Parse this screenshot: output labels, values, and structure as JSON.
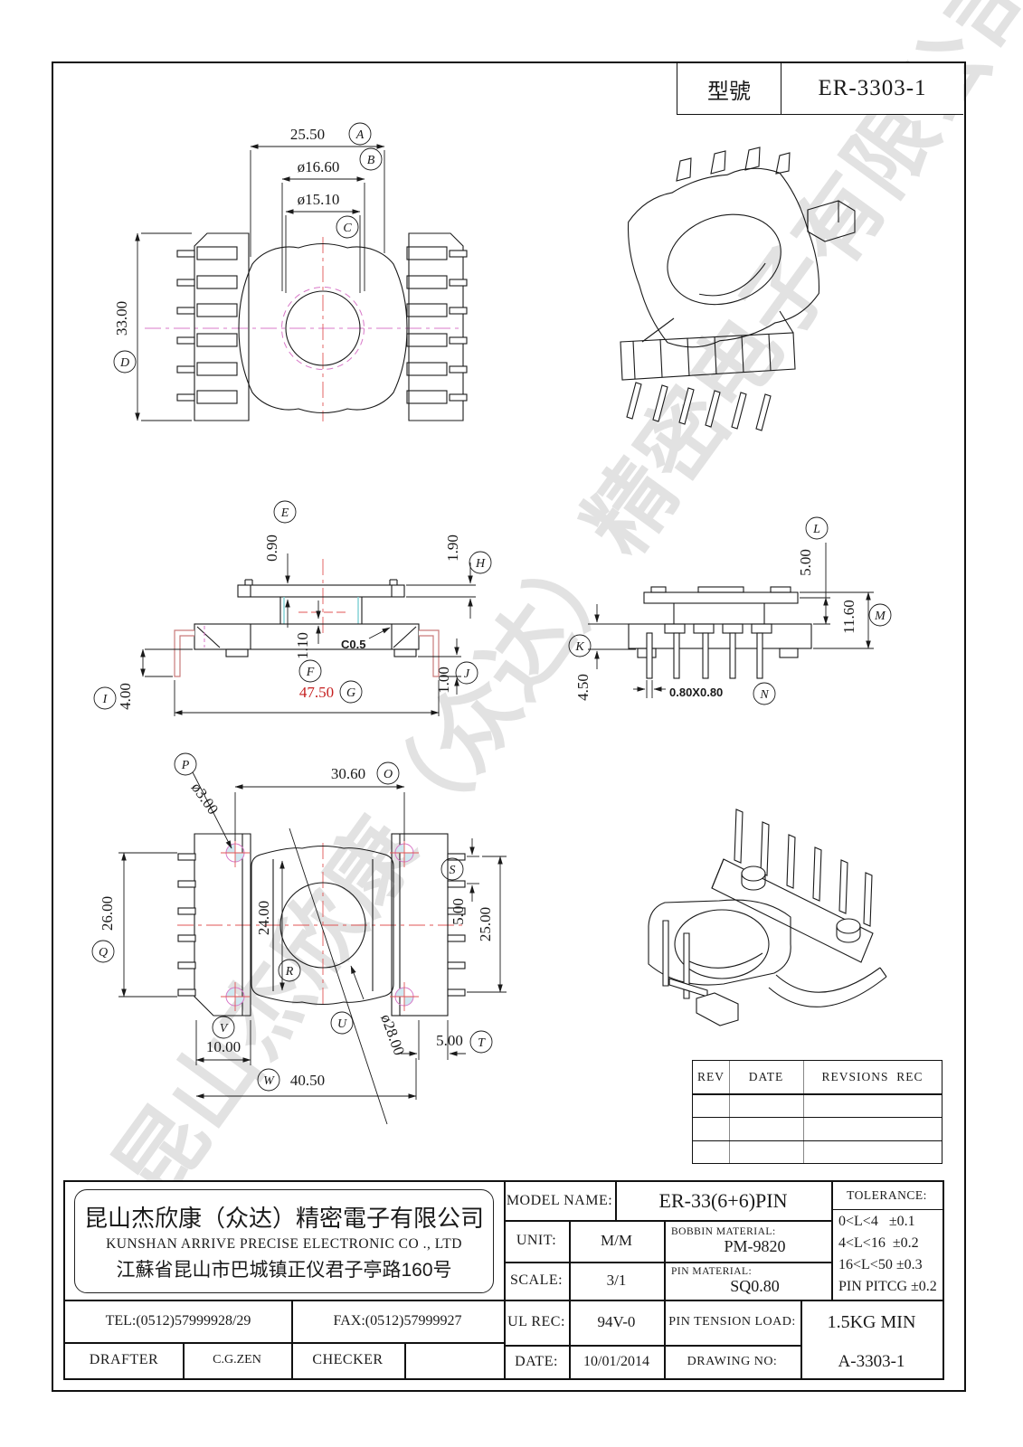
{
  "header": {
    "model_label": "型號",
    "model_no": "ER-3303-1"
  },
  "watermark": "昆山杰欣康（众达）精密电子有限公司",
  "view_top": {
    "A": "A",
    "A_val": "25.50",
    "B": "B",
    "B_val": "ø16.60",
    "C": "C",
    "C_val": "ø15.10",
    "D": "D",
    "D_val": "33.00"
  },
  "view_front": {
    "E": "E",
    "E_val": "0.90",
    "F": "F",
    "F_val": "1.10",
    "G": "G",
    "G_val": "47.50",
    "H": "H",
    "H_val": "1.90",
    "I": "I",
    "I_val": "4.00",
    "J": "J",
    "J_val": "1.00",
    "chamfer": "C0.5"
  },
  "view_side": {
    "K": "K",
    "K_val": "4.50",
    "L": "L",
    "L_val": "5.00",
    "M": "M",
    "M_val": "11.60",
    "N": "N",
    "N_val": "0.80X0.80"
  },
  "view_bottom": {
    "O": "O",
    "O_val": "30.60",
    "P": "P",
    "P_val": "ø3.00",
    "Q": "Q",
    "Q_val": "26.00",
    "R": "R",
    "R_val": "24.00",
    "S": "S",
    "S_val": "5.00",
    "T": "T",
    "T_val": "5.00",
    "U": "U",
    "U_val": "ø28.00",
    "V": "V",
    "V_val": "10.00",
    "W": "W",
    "W_val": "40.50",
    "span_val": "25.00"
  },
  "revision_table": {
    "col_rev": "REV",
    "col_date": "DATE",
    "col_rec": "REVSIONS  REC"
  },
  "company": {
    "name_cn": "昆山杰欣康（众达）精密電子有限公司",
    "name_en": "KUNSHAN ARRIVE PRECISE ELECTRONIC CO ., LTD",
    "address": "江蘇省昆山市巴城镇正仪君子亭路160号",
    "tel": "TEL:(0512)57999928/29",
    "fax": "FAX:(0512)57999927",
    "drafter_label": "DRAFTER",
    "drafter": "C.G.ZEN",
    "checker_label": "CHECKER"
  },
  "spec": {
    "model_name_label": "MODEL NAME:",
    "model_name": "ER-33(6+6)PIN",
    "tolerance_label": "TOLERANCE:",
    "tol1": "0<L<4   ±0.1",
    "tol2": "4<L<16  ±0.2",
    "tol3": "16<L<50 ±0.3",
    "tol4": "PIN PITCG ±0.2",
    "unit_label": "UNIT:",
    "unit": "M/M",
    "bobbin_material_label": "BOBBIN MATERIAL:",
    "bobbin_material": "PM-9820",
    "scale_label": "SCALE:",
    "scale": "3/1",
    "pin_material_label": "PIN MATERIAL:",
    "pin_material": "SQ0.80",
    "ul_label": "UL REC:",
    "ul": "94V-0",
    "pin_tension_label": "PIN TENSION LOAD:",
    "pin_tension": "1.5KG MIN",
    "date_label": "DATE:",
    "date": "10/01/2014",
    "drawing_no_label": "DRAWING NO:",
    "drawing_no": "A-3303-1"
  }
}
